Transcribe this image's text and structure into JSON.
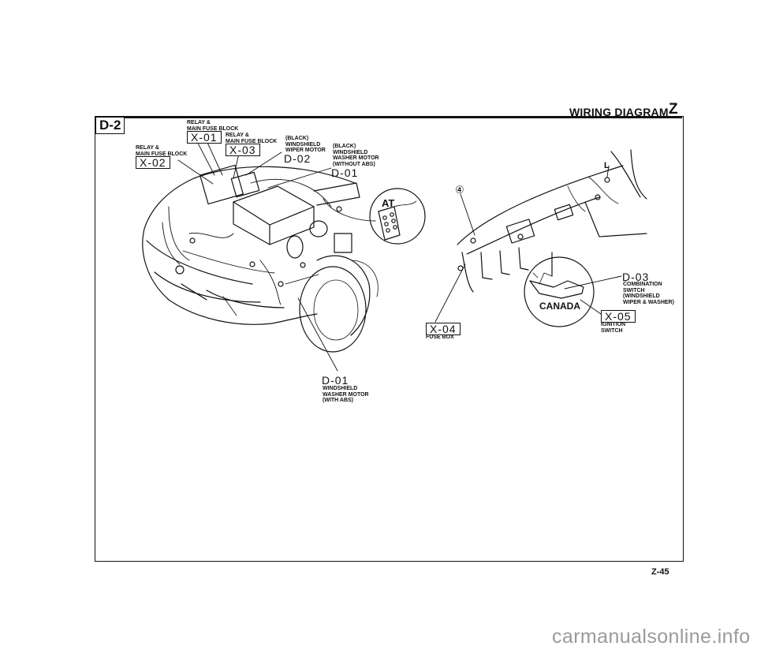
{
  "header": {
    "title": "WIRING DIAGRAM",
    "section_letter": "Z"
  },
  "page_id": "D-2",
  "page_number": "Z-45",
  "watermark": "carmanualsonline.info",
  "engine_callouts": [
    {
      "code": "X-01",
      "boxed": true,
      "label": "RELAY &\nMAIN FUSE BLOCK"
    },
    {
      "code": "X-03",
      "boxed": true,
      "label": "RELAY &\nMAIN FUSE BLOCK"
    },
    {
      "code": "X-02",
      "boxed": true,
      "label": "RELAY &\nMAIN FUSE BLOCK"
    },
    {
      "code": "D-02",
      "boxed": false,
      "label": "(BLACK)\nWINDSHIELD\nWIPER MOTOR"
    },
    {
      "code": "D-01",
      "boxed": false,
      "label": "(BLACK)\nWINDSHIELD\nWASHER MOTOR\n(WITHOUT ABS)"
    },
    {
      "code": "D-01",
      "boxed": false,
      "label": "WINDSHIELD\nWASHER MOTOR\n(WITH ABS)"
    }
  ],
  "inset_labels": {
    "at": "AT",
    "canada": "CANADA",
    "ground": "L",
    "circled": "④"
  },
  "dash_callouts": [
    {
      "code": "D-03",
      "boxed": false,
      "label": "COMBINATION\nSWITCH\n(WINDSHIELD\nWIPER & WASHER)"
    },
    {
      "code": "X-05",
      "boxed": true,
      "label": "IGNITION\nSWITCH"
    },
    {
      "code": "X-04",
      "boxed": true,
      "label": "FUSE BOX"
    }
  ]
}
